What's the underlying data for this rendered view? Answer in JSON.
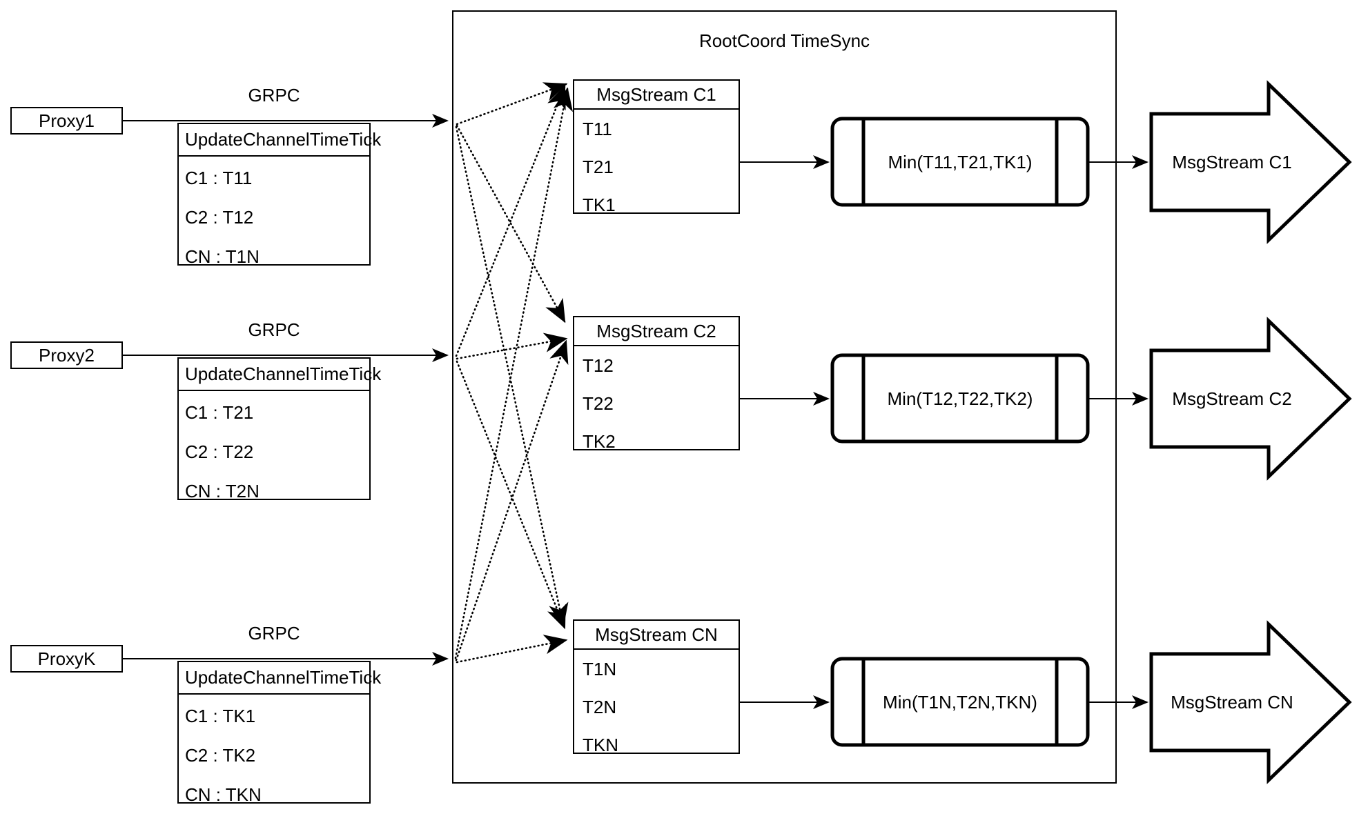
{
  "diagram": {
    "title": "RootCoord TimeSync",
    "container_label": "RootCoord TimeSync"
  },
  "proxies": [
    {
      "name": "Proxy1",
      "link_label": "GRPC",
      "message": {
        "title": "UpdateChannelTimeTick",
        "rows": [
          "C1 :  T11",
          "C2 :  T12",
          "CN : T1N"
        ]
      }
    },
    {
      "name": "Proxy2",
      "link_label": "GRPC",
      "message": {
        "title": "UpdateChannelTimeTick",
        "rows": [
          "C1 :  T21",
          "C2 :  T22",
          "CN : T2N"
        ]
      }
    },
    {
      "name": "ProxyK",
      "link_label": "GRPC",
      "message": {
        "title": "UpdateChannelTimeTick",
        "rows": [
          "C1 :  TK1",
          "C2 :  TK2",
          "CN : TKN"
        ]
      }
    }
  ],
  "channels": [
    {
      "stream_title": "MsgStream C1",
      "stream_rows": [
        "T11",
        "T21",
        "TK1"
      ],
      "process_label": "Min(T11,T21,TK1)",
      "output_label": "MsgStream C1"
    },
    {
      "stream_title": "MsgStream C2",
      "stream_rows": [
        "T12",
        "T22",
        "TK2"
      ],
      "process_label": "Min(T12,T22,TK2)",
      "output_label": "MsgStream C2"
    },
    {
      "stream_title": "MsgStream CN",
      "stream_rows": [
        "T1N",
        "T2N",
        "TKN"
      ],
      "process_label": "Min(T1N,T2N,TKN)",
      "output_label": "MsgStream CN"
    }
  ],
  "colors": {
    "stroke": "#000000",
    "fill": "#ffffff"
  }
}
